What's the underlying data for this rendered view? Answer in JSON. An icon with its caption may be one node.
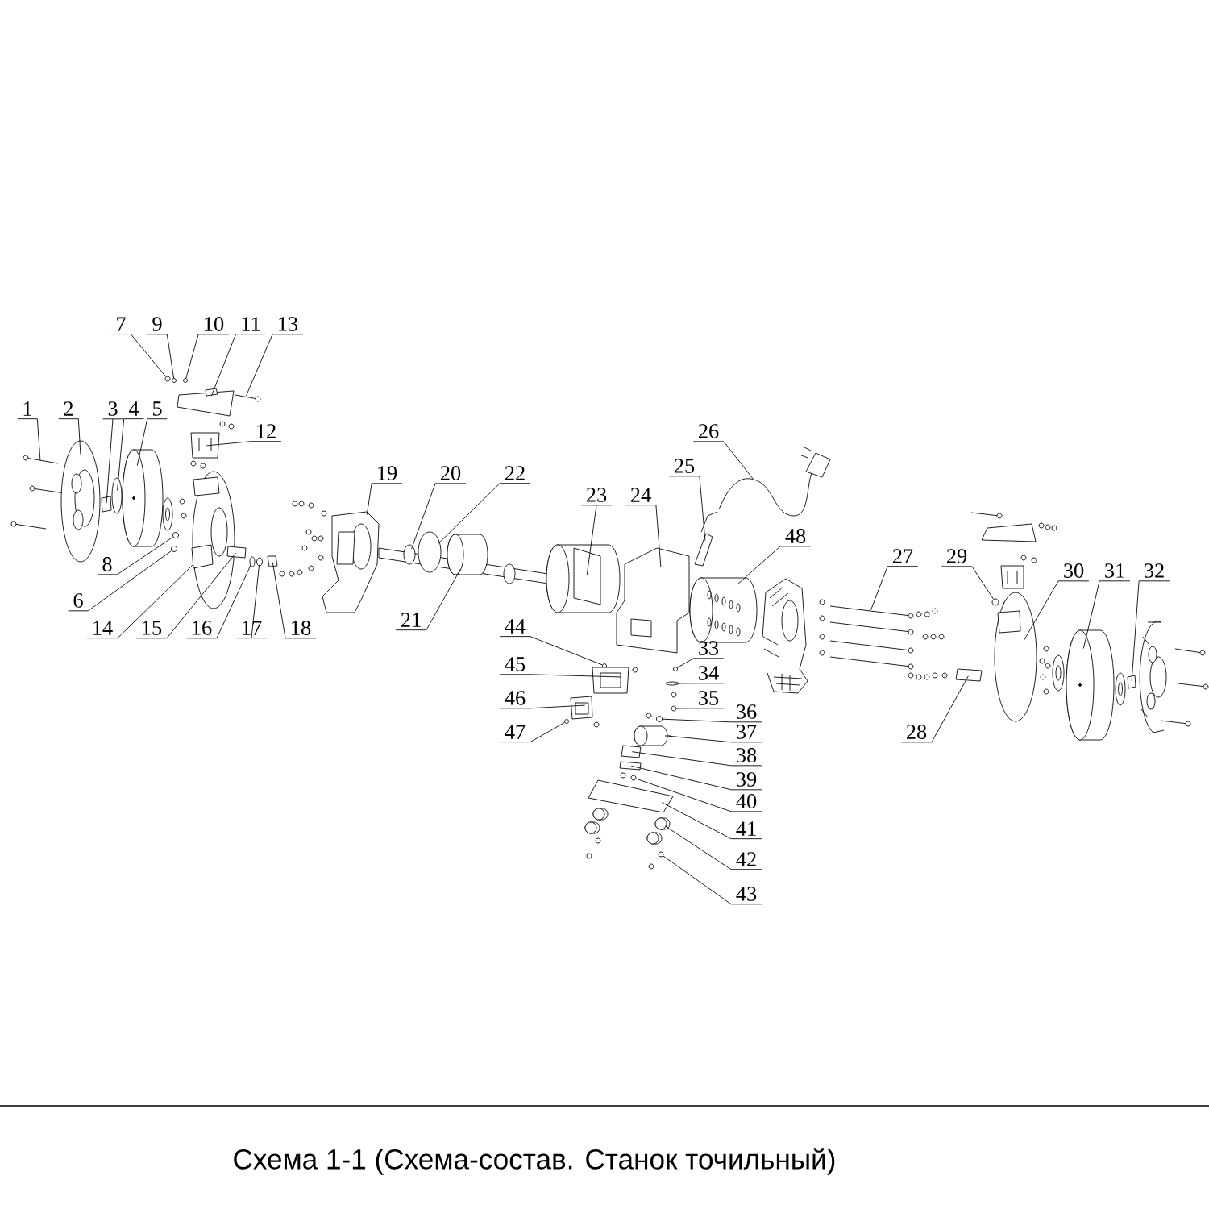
{
  "diagram": {
    "caption": "Схема 1-1 (Схема-состав. Станок точильный)",
    "nodes": [
      {
        "text": [
          "1"
        ]
      },
      {
        "text": [
          "2"
        ]
      },
      {
        "text": [
          "3"
        ]
      },
      {
        "text": [
          "4"
        ]
      },
      {
        "text": [
          "5"
        ]
      },
      {
        "text": [
          "6"
        ]
      },
      {
        "text": [
          "7"
        ]
      },
      {
        "text": [
          "8"
        ]
      },
      {
        "text": [
          "9"
        ]
      },
      {
        "text": [
          "10"
        ]
      },
      {
        "text": [
          "11"
        ]
      },
      {
        "text": [
          "12"
        ]
      },
      {
        "text": [
          "13"
        ]
      },
      {
        "text": [
          "14"
        ]
      },
      {
        "text": [
          "15"
        ]
      },
      {
        "text": [
          "16"
        ]
      },
      {
        "text": [
          "17"
        ]
      },
      {
        "text": [
          "18"
        ]
      },
      {
        "text": [
          "19"
        ]
      },
      {
        "text": [
          "20"
        ]
      },
      {
        "text": [
          "21"
        ]
      },
      {
        "text": [
          "22"
        ]
      },
      {
        "text": [
          "23"
        ]
      },
      {
        "text": [
          "24"
        ]
      },
      {
        "text": [
          "25"
        ]
      },
      {
        "text": [
          "26"
        ]
      },
      {
        "text": [
          "27"
        ]
      },
      {
        "text": [
          "28"
        ]
      },
      {
        "text": [
          "29"
        ]
      },
      {
        "text": [
          "30"
        ]
      },
      {
        "text": [
          "31"
        ]
      },
      {
        "text": [
          "32"
        ]
      },
      {
        "text": [
          "33"
        ]
      },
      {
        "text": [
          "34"
        ]
      },
      {
        "text": [
          "35"
        ]
      },
      {
        "text": [
          "36"
        ]
      },
      {
        "text": [
          "37"
        ]
      },
      {
        "text": [
          "38"
        ]
      },
      {
        "text": [
          "39"
        ]
      },
      {
        "text": [
          "40"
        ]
      },
      {
        "text": [
          "41"
        ]
      },
      {
        "text": [
          "42"
        ]
      },
      {
        "text": [
          "43"
        ]
      },
      {
        "text": [
          "44"
        ]
      },
      {
        "text": [
          "45"
        ]
      },
      {
        "text": [
          "46"
        ]
      },
      {
        "text": [
          "47"
        ]
      },
      {
        "text": [
          "48"
        ]
      },
      {
        "text": [],
        "shape": "picture"
      },
      {
        "text": [],
        "shape": "picture"
      },
      {
        "text": [],
        "shape": "box"
      },
      {
        "text": [],
        "shape": "circle"
      },
      {
        "text": [],
        "shape": "cylinder"
      },
      {
        "text": [],
        "shape": "circle"
      },
      {
        "text": [],
        "shape": "circle"
      },
      {
        "text": [],
        "shape": "circle"
      },
      {
        "text": [],
        "shape": "circle"
      },
      {
        "text": [],
        "shape": "circle"
      },
      {
        "text": [],
        "shape": "picture"
      },
      {
        "text": [],
        "shape": "picture"
      },
      {
        "text": [],
        "shape": "picture"
      },
      {
        "text": [],
        "shape": "picture"
      },
      {
        "text": [],
        "shape": "box"
      },
      {
        "text": [],
        "shape": "circle"
      },
      {
        "text": [],
        "shape": "circle"
      },
      {
        "text": [],
        "shape": "box"
      },
      {
        "text": [],
        "shape": "picture"
      },
      {
        "text": [],
        "shape": "circle"
      },
      {
        "text": [],
        "shape": "picture"
      },
      {
        "text": [],
        "shape": "circle"
      },
      {
        "text": [],
        "shape": "picture"
      },
      {
        "text": [],
        "shape": "picture"
      },
      {
        "text": [],
        "shape": "picture"
      },
      {
        "text": [],
        "shape": "picture"
      },
      {
        "text": [],
        "shape": "picture"
      },
      {
        "text": [],
        "shape": "box"
      },
      {
        "text": [],
        "shape": "circle"
      },
      {
        "text": [],
        "shape": "picture"
      },
      {
        "text": [],
        "shape": "cylinder"
      },
      {
        "text": [],
        "shape": "box"
      },
      {
        "text": [],
        "shape": "circle"
      },
      {
        "text": [],
        "shape": "circle"
      },
      {
        "text": [],
        "shape": "circle"
      },
      {
        "text": [],
        "shape": "circle"
      },
      {
        "text": [],
        "shape": "picture"
      },
      {
        "text": [],
        "shape": "box"
      },
      {
        "text": [],
        "shape": "box"
      },
      {
        "text": [],
        "shape": "circle"
      },
      {
        "text": [],
        "shape": "picture"
      },
      {
        "text": [],
        "shape": "picture"
      },
      {
        "text": [],
        "shape": "circle"
      },
      {
        "text": [],
        "shape": "circle"
      },
      {
        "text": [],
        "shape": "picture"
      },
      {
        "text": [],
        "shape": "picture"
      },
      {
        "text": [],
        "shape": "circle"
      },
      {
        "text": [],
        "shape": "picture"
      }
    ],
    "edges": [
      {
        "from": 0,
        "to": 48,
        "arrow": "none"
      },
      {
        "from": 1,
        "to": 49,
        "arrow": "none"
      },
      {
        "from": 2,
        "to": 50,
        "arrow": "none"
      },
      {
        "from": 3,
        "to": 51,
        "arrow": "none"
      },
      {
        "from": 4,
        "to": 52,
        "arrow": "none"
      },
      {
        "from": 5,
        "to": 53,
        "arrow": "none"
      },
      {
        "from": 6,
        "to": 54,
        "arrow": "none"
      },
      {
        "from": 7,
        "to": 55,
        "arrow": "none"
      },
      {
        "from": 8,
        "to": 56,
        "arrow": "none"
      },
      {
        "from": 9,
        "to": 57,
        "arrow": "none"
      },
      {
        "from": 10,
        "to": 58,
        "arrow": "none"
      },
      {
        "from": 11,
        "to": 59,
        "arrow": "none"
      },
      {
        "from": 12,
        "to": 60,
        "arrow": "none"
      },
      {
        "from": 13,
        "to": 61,
        "arrow": "none"
      },
      {
        "from": 14,
        "to": 62,
        "arrow": "none"
      },
      {
        "from": 15,
        "to": 63,
        "arrow": "none"
      },
      {
        "from": 16,
        "to": 64,
        "arrow": "none"
      },
      {
        "from": 17,
        "to": 65,
        "arrow": "none"
      },
      {
        "from": 18,
        "to": 66,
        "arrow": "none"
      },
      {
        "from": 19,
        "to": 67,
        "arrow": "none"
      },
      {
        "from": 20,
        "to": 68,
        "arrow": "none"
      },
      {
        "from": 21,
        "to": 69,
        "arrow": "none"
      },
      {
        "from": 22,
        "to": 70,
        "arrow": "none"
      },
      {
        "from": 23,
        "to": 71,
        "arrow": "none"
      },
      {
        "from": 24,
        "to": 72,
        "arrow": "none"
      },
      {
        "from": 25,
        "to": 73,
        "arrow": "none"
      },
      {
        "from": 26,
        "to": 74,
        "arrow": "none"
      },
      {
        "from": 27,
        "to": 75,
        "arrow": "none"
      },
      {
        "from": 28,
        "to": 76,
        "arrow": "none"
      },
      {
        "from": 29,
        "to": 77,
        "arrow": "none"
      },
      {
        "from": 30,
        "to": 78,
        "arrow": "none"
      },
      {
        "from": 31,
        "to": 79,
        "arrow": "none"
      },
      {
        "from": 32,
        "to": 80,
        "arrow": "none"
      },
      {
        "from": 33,
        "to": 81,
        "arrow": "none"
      },
      {
        "from": 34,
        "to": 82,
        "arrow": "none"
      },
      {
        "from": 35,
        "to": 83,
        "arrow": "none"
      },
      {
        "from": 36,
        "to": 84,
        "arrow": "none"
      },
      {
        "from": 37,
        "to": 85,
        "arrow": "none"
      },
      {
        "from": 38,
        "to": 86,
        "arrow": "none"
      },
      {
        "from": 39,
        "to": 87,
        "arrow": "none"
      },
      {
        "from": 40,
        "to": 88,
        "arrow": "none"
      },
      {
        "from": 41,
        "to": 89,
        "arrow": "none"
      },
      {
        "from": 42,
        "to": 90,
        "arrow": "none"
      },
      {
        "from": 43,
        "to": 91,
        "arrow": "none"
      },
      {
        "from": 44,
        "to": 92,
        "arrow": "none"
      },
      {
        "from": 45,
        "to": 93,
        "arrow": "none"
      },
      {
        "from": 46,
        "to": 94,
        "arrow": "none"
      },
      {
        "from": 47,
        "to": 95,
        "arrow": "none"
      }
    ]
  }
}
